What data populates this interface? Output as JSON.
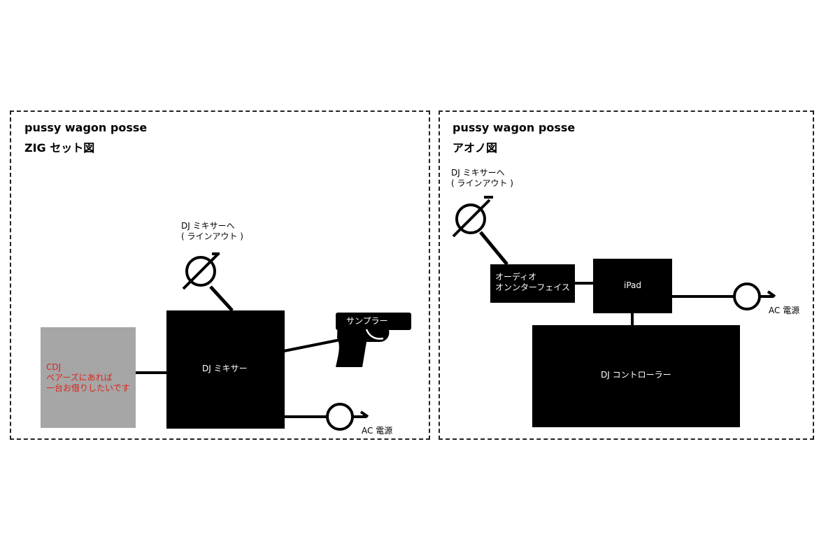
{
  "left_panel": {
    "title": "pussy wagon posse",
    "subtitle": "ZIG セット図",
    "line_out_label": "DJ ミキサーへ\n( ラインアウト )",
    "cdj_label": "CDJ\nペアーズにあれば\n一台お借りしたいです",
    "mixer_label": "DJ ミキサー",
    "sampler_label": "サンプラー",
    "ac_label": "AC 電源"
  },
  "right_panel": {
    "title": "pussy wagon posse",
    "subtitle": "アオノ図",
    "line_out_label": "DJ ミキサーへ\n( ラインアウト )",
    "audio_interface_label": "オーディオ\nオンンターフェイス",
    "ipad_label": "iPad",
    "ac_label": "AC 電源",
    "controller_label": "DJ コントローラー"
  },
  "colors": {
    "cdj_box": "#a6a6a6",
    "cdj_text": "#d9261c",
    "device_fill": "#000000",
    "wire": "#000000"
  }
}
